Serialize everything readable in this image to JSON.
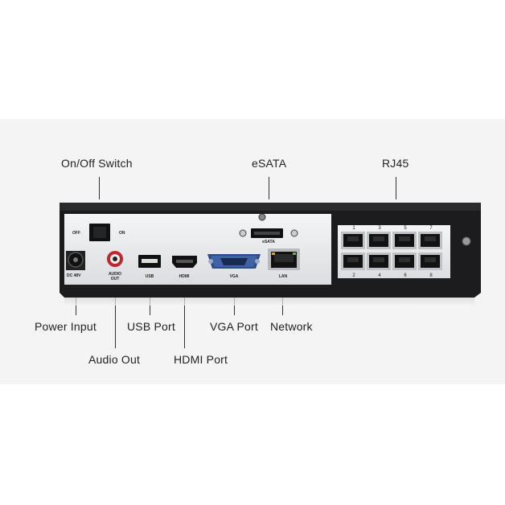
{
  "callouts": {
    "on_off_switch": "On/Off Switch",
    "esata": "eSATA",
    "rj45": "RJ45",
    "power_input": "Power Input",
    "usb_port": "USB Port",
    "vga_port": "VGA Port",
    "network": "Network",
    "audio_out": "Audio Out",
    "hdmi_port": "HDMI Port"
  },
  "panel_labels": {
    "off": "OFF",
    "on": "ON",
    "dc": "DC 48V",
    "audio_line1": "AUDIO",
    "audio_line2": "OUT",
    "usb": "USB",
    "hdmi": "HDMI",
    "vga": "VGA",
    "lan": "LAN",
    "esata": "eSATA",
    "rj45_top": [
      "1",
      "3",
      "5",
      "7"
    ],
    "rj45_bottom": [
      "2",
      "4",
      "6",
      "8"
    ]
  },
  "colors": {
    "chassis": "#1c1c1e",
    "panel": "#e9eaec",
    "accent_red": "#c0262d",
    "vga_blue": "#3f62a6"
  }
}
